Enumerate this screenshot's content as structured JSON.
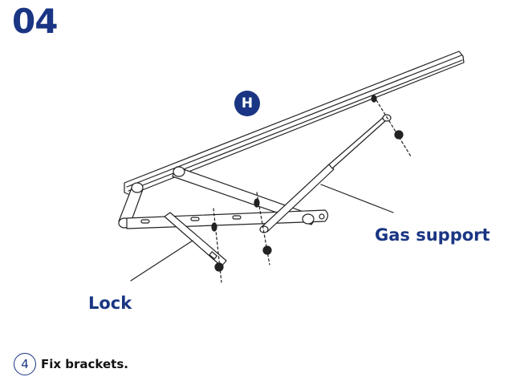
{
  "step": {
    "number": "04"
  },
  "callout": {
    "badge": "H"
  },
  "labels": {
    "gas_support": "Gas support",
    "lock": "Lock"
  },
  "instruction": {
    "number": "4",
    "text": "Fix brackets."
  },
  "colors": {
    "brand": "#1a3583",
    "line": "#222222"
  }
}
